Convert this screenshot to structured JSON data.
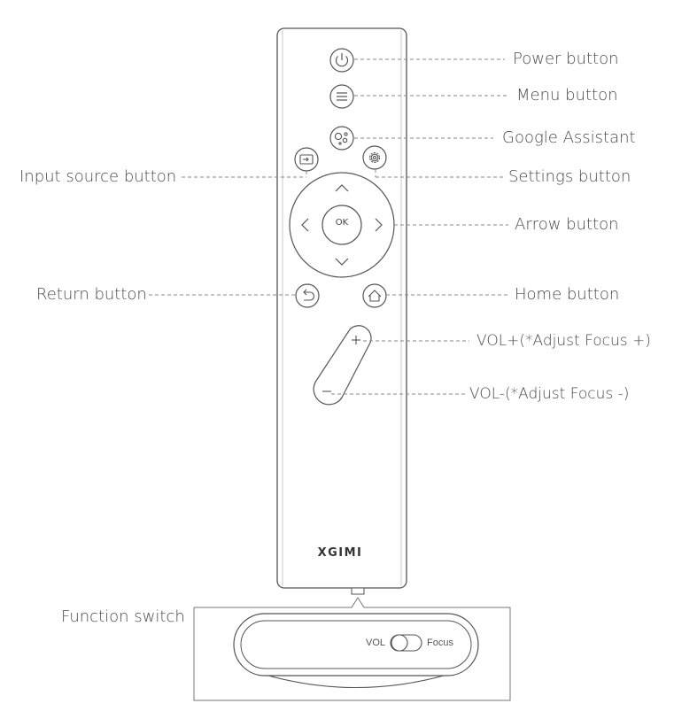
{
  "remote": {
    "brand": "XGIMI",
    "ok_label": "OK"
  },
  "labels": {
    "power": "Power button",
    "menu": "Menu button",
    "google": "Google Assistant",
    "input": "Input source button",
    "settings": "Settings button",
    "arrow": "Arrow button",
    "return": "Return button",
    "home": "Home button",
    "vol_up": "VOL+(*Adjust Focus +)",
    "vol_down": "VOL-(*Adjust Focus -)",
    "function_switch": "Function switch"
  },
  "switch": {
    "left_label": "VOL",
    "right_label": "Focus"
  },
  "icons": [
    "power-icon",
    "menu-icon",
    "google-assistant-icon",
    "input-source-icon",
    "settings-gear-icon",
    "up-arrow-icon",
    "down-arrow-icon",
    "left-arrow-icon",
    "right-arrow-icon",
    "return-icon",
    "home-icon",
    "plus-icon",
    "minus-icon"
  ],
  "colors": {
    "stroke": "#555555",
    "leader": "#888888",
    "text": "#4a4a4a"
  }
}
